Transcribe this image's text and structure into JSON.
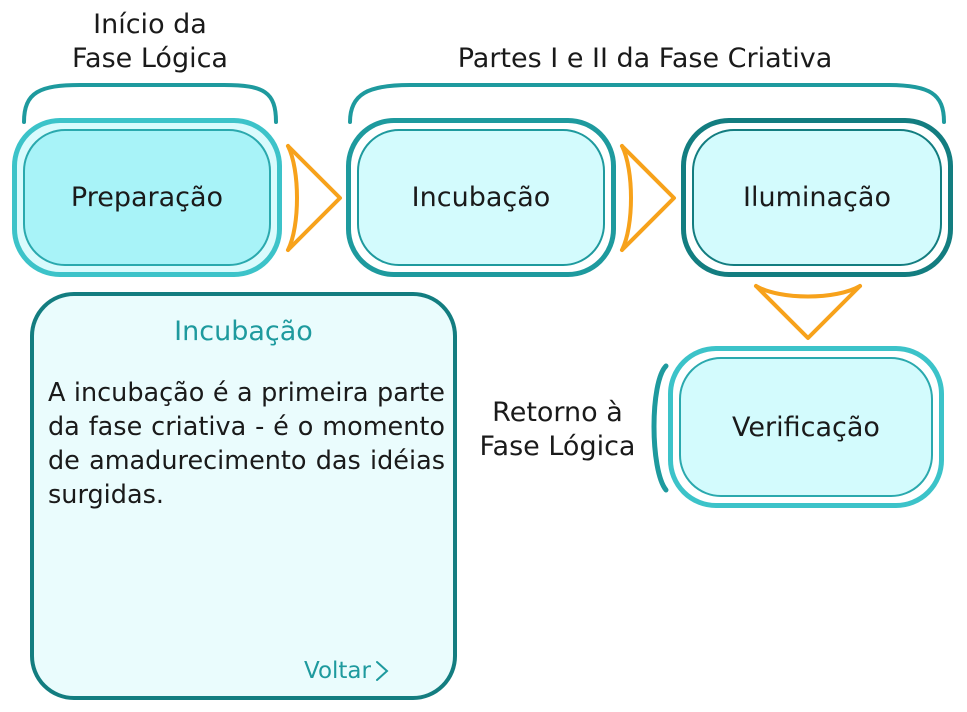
{
  "labels": {
    "inicio": "Início da\nFase Lógica",
    "partes": "Partes I e II da Fase Criativa",
    "retorno": "Retorno à\nFase Lógica"
  },
  "stages": [
    {
      "id": "preparacion",
      "label": "Preparação"
    },
    {
      "id": "incubacion",
      "label": "Incubação"
    },
    {
      "id": "iluminacion",
      "label": "Iluminação"
    },
    {
      "id": "verificacion",
      "label": "Verificação"
    }
  ],
  "panel": {
    "title": "Incubação",
    "body": "A incubação é a primeira parte da fase criativa - é o momento de amadurecimento das idéias surgidas.",
    "back_label": "Voltar"
  },
  "colors": {
    "arrow": "#f7a21b",
    "bracket": "#1e9a9e",
    "accent": "#137d80"
  }
}
